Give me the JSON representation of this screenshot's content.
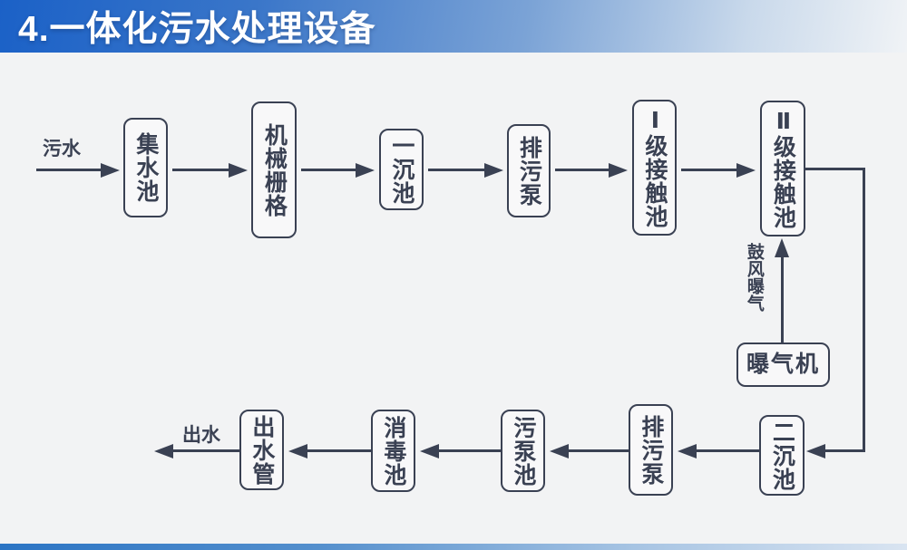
{
  "slide": {
    "title": "4.一体化污水处理设备",
    "colors": {
      "banner_blue": "#1b61c7",
      "ink": "#3a4153",
      "background": "#f2f3f4",
      "title_text": "#ffffff",
      "bottom_strip_blue": "#2b74c4"
    }
  },
  "diagram": {
    "flow_labels": {
      "inflow": "污水",
      "outflow": "出水",
      "aeration": "鼓风曝气"
    },
    "nodes": [
      {
        "id": "collection-tank",
        "label": "集水池"
      },
      {
        "id": "mechanical-grid",
        "label": "机械栅格"
      },
      {
        "id": "primary-sedimentation-tank",
        "label": "一沉池"
      },
      {
        "id": "sewage-discharge-pump-top",
        "label": "排污泵"
      },
      {
        "id": "level-1-contact-tank",
        "label": "Ⅰ级接触池"
      },
      {
        "id": "level-2-contact-tank",
        "label": "Ⅱ级接触池"
      },
      {
        "id": "aerator",
        "label": "曝气机"
      },
      {
        "id": "secondary-sedimentation-tank",
        "label": "二沉池"
      },
      {
        "id": "sewage-discharge-pump-bottom",
        "label": "排污泵"
      },
      {
        "id": "sewage-pump-tank",
        "label": "污泵池"
      },
      {
        "id": "disinfection-tank",
        "label": "消毒池"
      },
      {
        "id": "outlet-pipe",
        "label": "出水管"
      }
    ]
  }
}
